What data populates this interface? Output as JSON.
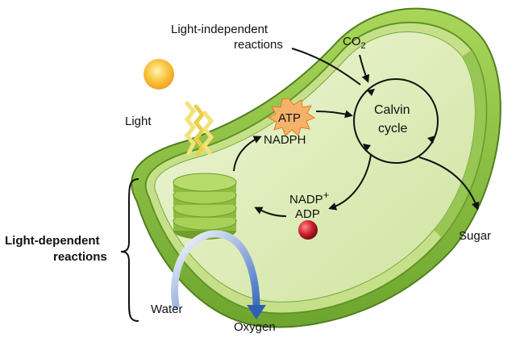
{
  "labels": {
    "light_independent_line1": "Light-independent",
    "light_independent_line2": "reactions",
    "co2_main": "CO",
    "co2_sub": "2",
    "light": "Light",
    "atp": "ATP",
    "nadph": "NADPH",
    "calvin_line1": "Calvin",
    "calvin_line2": "cycle",
    "nadp_main": "NADP",
    "nadp_sup": "+",
    "adp": "ADP",
    "sugar": "Sugar",
    "light_dependent_line1": "Light-dependent",
    "light_dependent_line2": "reactions",
    "water": "Water",
    "oxygen": "Oxygen"
  },
  "colors": {
    "outer_membrane": "#8dc43f",
    "inner_membrane": "#6aa52e",
    "stroma": "#d9eab0",
    "thylakoid": "#9bc94a",
    "sun": "#f9c23c",
    "atp_burst": "#f6b26b",
    "particle": "#cc1f2e",
    "water_arrow": "#4a78c8"
  }
}
